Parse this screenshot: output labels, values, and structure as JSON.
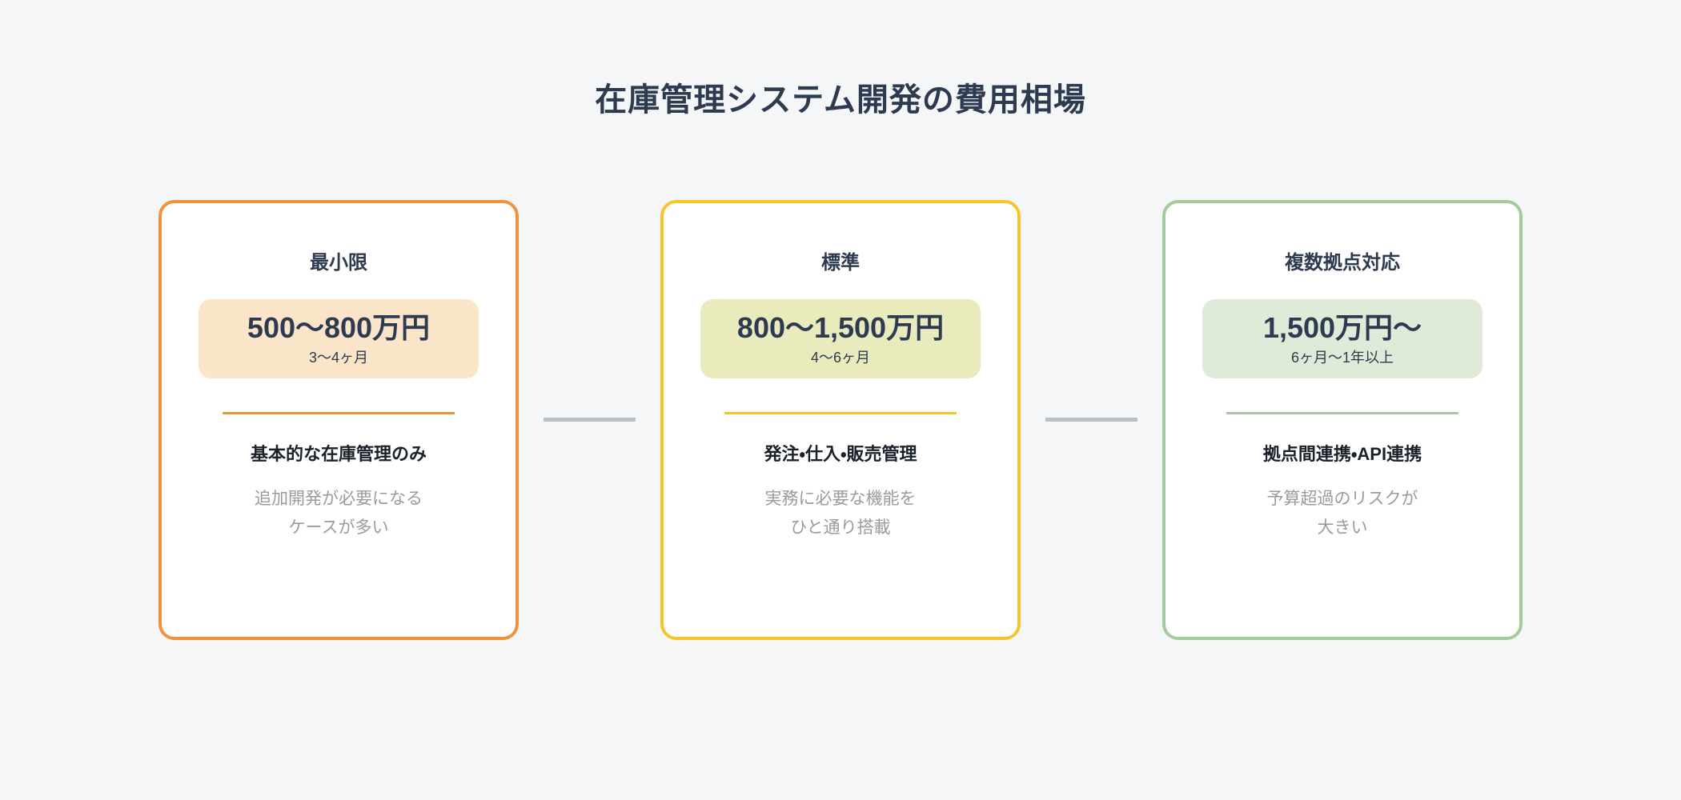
{
  "page": {
    "title": "在庫管理システム開発の費用相場",
    "background_color": "#F4F6F8",
    "title_color": "#2D3A50"
  },
  "connectors": {
    "color": "#BBC0C7"
  },
  "cards": [
    {
      "name": "minimal",
      "label": "最小限",
      "price": "500〜800万円",
      "duration": "3〜4ヶ月",
      "feature": "基本的な在庫管理のみ",
      "note": "追加開発が必要になる\nケースが多い",
      "accent_color": "#F0923B",
      "price_box_color": "#FAE5C9"
    },
    {
      "name": "standard",
      "label": "標準",
      "price": "800〜1,500万円",
      "duration": "4〜6ヶ月",
      "feature": "発注・仕入・販売管理",
      "note": "実務に必要な機能を\nひと通り搭載",
      "accent_color": "#F7C52B",
      "price_box_color": "#E9EBBD"
    },
    {
      "name": "multi-site",
      "label": "複数拠点対応",
      "price": "1,500万円〜",
      "duration": "6ヶ月〜1年以上",
      "feature": "拠点間連携・API連携",
      "note": "予算超過のリスクが\n大きい",
      "accent_color": "#A3CB9B",
      "price_box_color": "#DFEAD9"
    }
  ]
}
